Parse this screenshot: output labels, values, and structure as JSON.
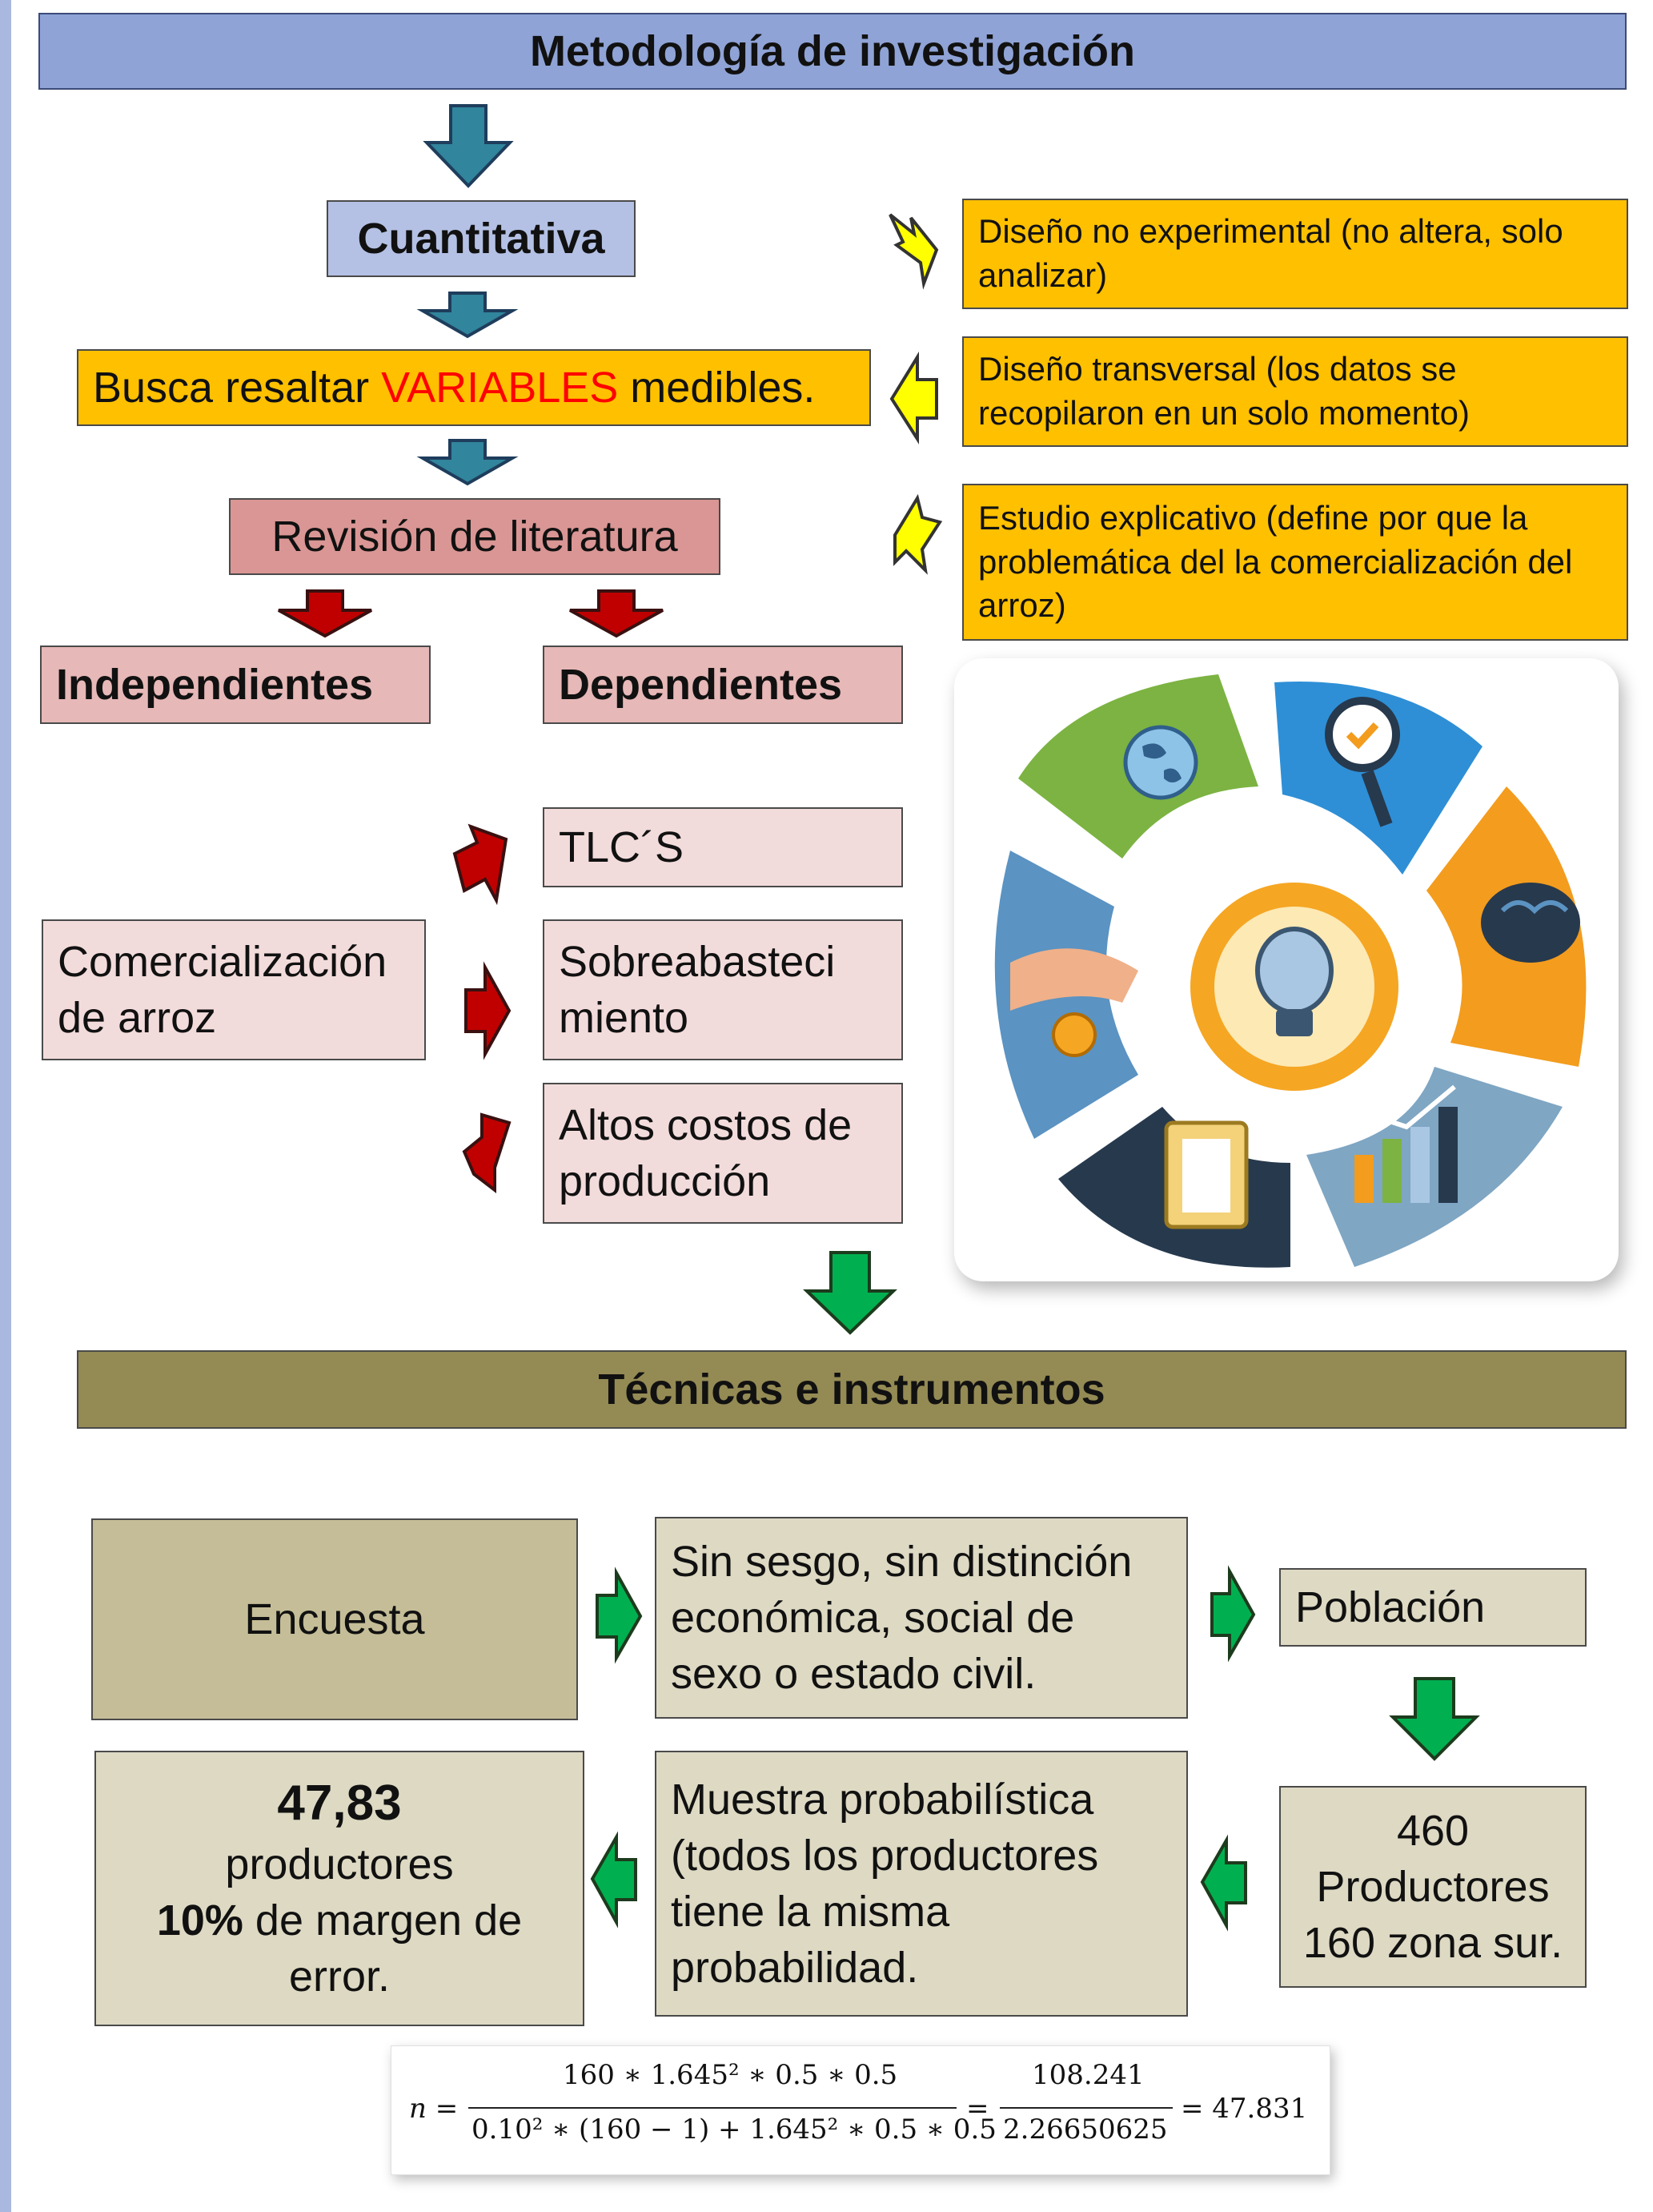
{
  "title": "Metodología de investigación",
  "approach": "Cuantitativa",
  "focus": {
    "before": "Busca resaltar ",
    "highlight": "VARIABLES",
    "after": " medibles."
  },
  "literature": "Revisión de literatura",
  "design_notes": [
    "Diseño no experimental (no altera, solo analizar)",
    "Diseño transversal (los datos se recopilaron en un solo momento)",
    "Estudio explicativo (define por que la problemática del la comercialización del arroz)"
  ],
  "variables": {
    "independent_header": "Independientes",
    "dependent_header": "Dependientes",
    "independent": [
      "Comercialización",
      "de arroz"
    ],
    "dependent": [
      [
        "TLC´S"
      ],
      [
        "Sobreabasteci",
        "miento"
      ],
      [
        "Altos costos de",
        "producción"
      ]
    ]
  },
  "techniques_title": "Técnicas e instrumentos",
  "instrument": "Encuesta",
  "bias": [
    "Sin sesgo, sin distinción",
    "económica, social de",
    "sexo o estado civil."
  ],
  "population_label": "Población",
  "population": [
    "460",
    "Productores",
    "160 zona sur."
  ],
  "sampling": [
    "Muestra probabilística",
    "(todos los productores",
    "tiene la misma",
    "probabilidad."
  ],
  "result": {
    "value": "47,83",
    "unit": "productores",
    "margin_value": "10%",
    "margin_text": " de margen de",
    "margin_end": "error."
  },
  "formula": {
    "lhs": "n =",
    "numerator": "160 ∗ 1.645² ∗ 0.5 ∗ 0.5",
    "denominator": "0.10² ∗ (160 − 1) + 1.645² ∗ 0.5 ∗ 0.5",
    "eq": "=",
    "num2": "108.241",
    "den2": "2.26650625",
    "result": "= 47.831"
  },
  "colors": {
    "title_bg": "#8fa3d6",
    "design_bg": "#ffc000",
    "literature_bg": "#d99694",
    "techniques_bg": "#948a54",
    "flow_arrow_blue": "#31859c",
    "arrow_red": "#c00000",
    "arrow_green": "#00b050",
    "arrow_yellow": "#ffff00"
  },
  "illustration_icons": [
    "globe-icon",
    "magnifier-icon",
    "brain-icon",
    "bar-chart-icon",
    "clipboard-icon",
    "hand-coin-icon",
    "lightbulb-icon"
  ]
}
